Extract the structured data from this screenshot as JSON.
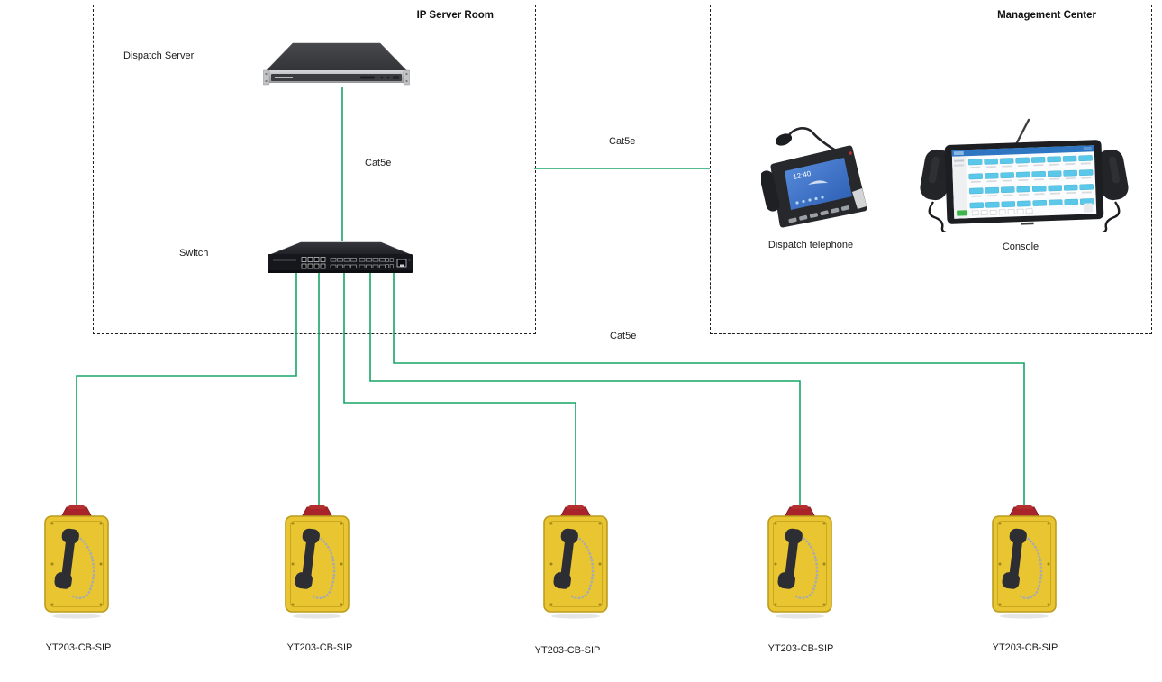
{
  "colors": {
    "link_green": "#17a566",
    "box_border": "#1f1f1f",
    "phone_yellow": "#e8c531",
    "phone_cap_red": "#a8242a",
    "screen_blue": "#3f76c9",
    "console_button_cyan": "#5bc8ea"
  },
  "server_room": {
    "title": "IP Server Room",
    "server_label": "Dispatch Server",
    "switch_label": "Switch",
    "cable_label": "Cat5e"
  },
  "management_center": {
    "title": "Management Center",
    "telephone_label": "Dispatch telephone",
    "console_label": "Console",
    "phone_time": "12:40"
  },
  "links": {
    "room_to_management_label": "Cat5e",
    "switch_to_phones_label": "Cat5e"
  },
  "phones": [
    {
      "label": "YT203-CB-SIP"
    },
    {
      "label": "YT203-CB-SIP"
    },
    {
      "label": "YT203-CB-SIP"
    },
    {
      "label": "YT203-CB-SIP"
    },
    {
      "label": "YT203-CB-SIP"
    }
  ]
}
